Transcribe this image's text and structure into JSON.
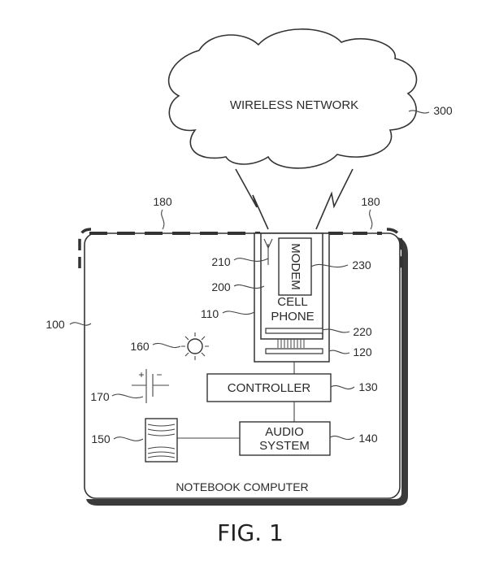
{
  "figure": {
    "caption": "FIG. 1"
  },
  "network": {
    "label": "WIRELESS NETWORK",
    "ref": "300"
  },
  "notebook": {
    "label": "NOTEBOOK COMPUTER",
    "ref": "100"
  },
  "shielding": {
    "ref_left": "180",
    "ref_right": "180"
  },
  "bay": {
    "ref": "110"
  },
  "cell_phone": {
    "label_line1": "CELL",
    "label_line2": "PHONE",
    "ref": "200"
  },
  "antenna": {
    "ref": "210"
  },
  "modem": {
    "label": "MODEM",
    "ref": "230"
  },
  "phone_connector": {
    "ref": "220"
  },
  "bay_connector": {
    "ref": "120"
  },
  "controller": {
    "label": "CONTROLLER",
    "ref": "130"
  },
  "audio": {
    "label_line1": "AUDIO",
    "label_line2": "SYSTEM",
    "ref": "140"
  },
  "speaker": {
    "ref": "150"
  },
  "light": {
    "ref": "160"
  },
  "battery": {
    "ref": "170",
    "plus": "+",
    "minus": "−"
  }
}
